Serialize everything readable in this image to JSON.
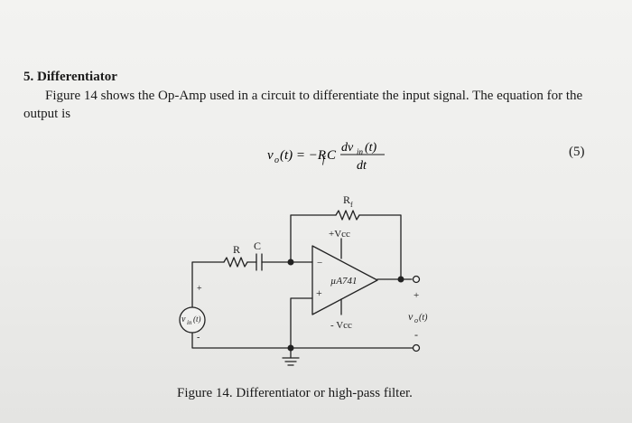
{
  "section": {
    "heading": "5. Differentiator",
    "paragraph": "Figure 14 shows the Op-Amp used in a circuit to differentiate the input signal. The equation for the output is",
    "equation_number": "(5)"
  },
  "equation": {
    "lhs": "v",
    "lhs_sub": "o",
    "lhs_arg": "(t) = −R",
    "rf_sub": "f",
    "after_rf": "C",
    "numerator": "dv",
    "numerator_sub": "in",
    "numerator_arg": "(t)",
    "denominator": "dt"
  },
  "circuit": {
    "label_rf": "R",
    "label_rf_sub": "f",
    "label_vcc_pos": "+Vcc",
    "label_r": "R",
    "label_c": "C",
    "label_opamp": "µA741",
    "label_minus": "−",
    "label_plus": "+",
    "label_vcc_neg": "- Vcc",
    "source_label": "v",
    "source_sub": "in",
    "source_arg": "(t)",
    "source_plus": "+",
    "source_minus": "-",
    "out_plus": "+",
    "out_minus": "-",
    "out_label": "v",
    "out_sub": "o",
    "out_arg": "(t)"
  },
  "caption": "Figure 14. Differentiator or high-pass filter."
}
